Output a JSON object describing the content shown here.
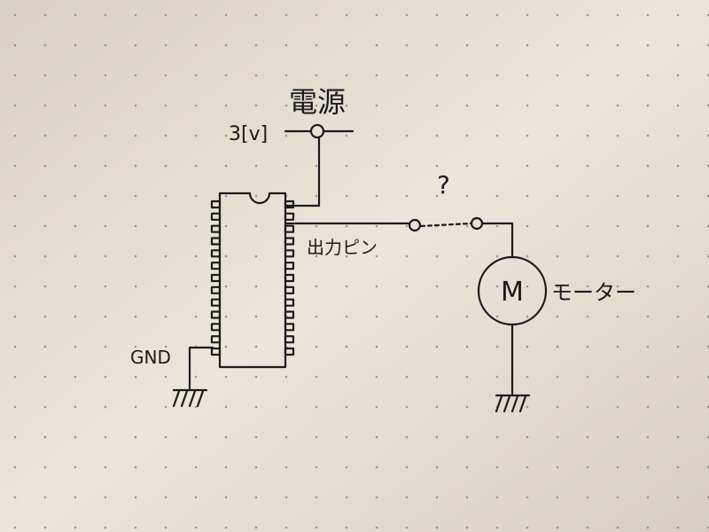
{
  "labels": {
    "power": "電源",
    "voltage": "3[v]",
    "output_pin": "出力ピン",
    "unknown": "?",
    "motor_letter": "M",
    "motor": "モーター",
    "ground": "GND"
  },
  "colors": {
    "paper": "#e9e3d7",
    "ink": "#1b1b1b",
    "dots": "#9a958b"
  },
  "chip": {
    "pins_per_side": 13
  }
}
